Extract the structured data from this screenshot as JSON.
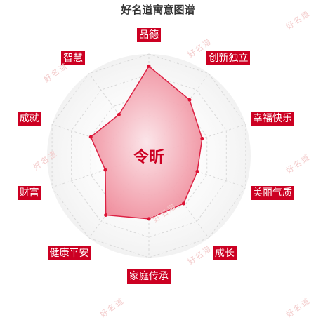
{
  "title": "好名道寓意图谱",
  "center_name": "令昕",
  "watermark_text": "好名道",
  "colors": {
    "label_bg": "#cc0022",
    "label_text": "#ffffff",
    "polygon_stroke": "#dd2244",
    "polygon_fill_inner": "#fbe4e8",
    "polygon_fill_outer": "#ef8696",
    "point": "#dd1133",
    "grid": "#d8d8d8",
    "center_text": "#cc0022"
  },
  "chart_data": {
    "type": "radar",
    "title": "好名道寓意图谱",
    "axes": [
      "品德",
      "创新独立",
      "幸福快乐",
      "美丽气质",
      "成长",
      "家庭传承",
      "健康平安",
      "财富",
      "成就",
      "智慧"
    ],
    "values": [
      88,
      68,
      55,
      50,
      58,
      62,
      72,
      45,
      60,
      50
    ],
    "range": [
      0,
      100
    ],
    "grid_levels": 5,
    "grid_shape": "polygon"
  }
}
